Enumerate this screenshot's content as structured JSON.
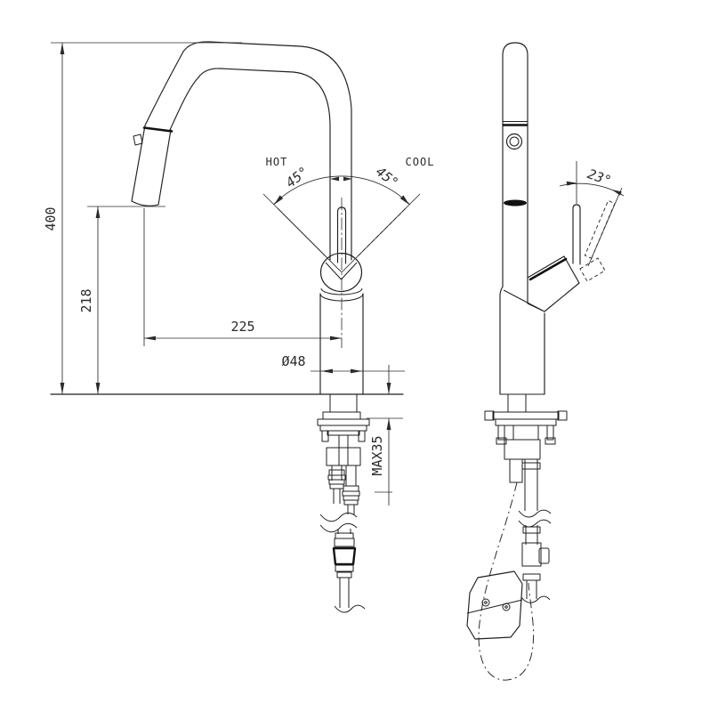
{
  "drawing": {
    "type": "technical-drawing",
    "subject": "Pull-down kitchen mixer tap installation dimensions, front and side views",
    "front_view": {
      "name": "front-view",
      "handle_labels": {
        "hot": "HOT",
        "cool": "COOL",
        "swing_left": "45°",
        "swing_right": "45°"
      },
      "dimensions": {
        "overall_height": "400",
        "spout_outlet_height": "218",
        "spout_reach": "225",
        "body_diameter": "Ø48",
        "max_counter_thickness": "MAX35"
      }
    },
    "side_view": {
      "name": "side-view",
      "handle_labels": {
        "tilt": "23°"
      }
    },
    "colors": {
      "line": "#1f1f1f",
      "dimension": "#2b2b2b",
      "background": "#ffffff"
    }
  }
}
